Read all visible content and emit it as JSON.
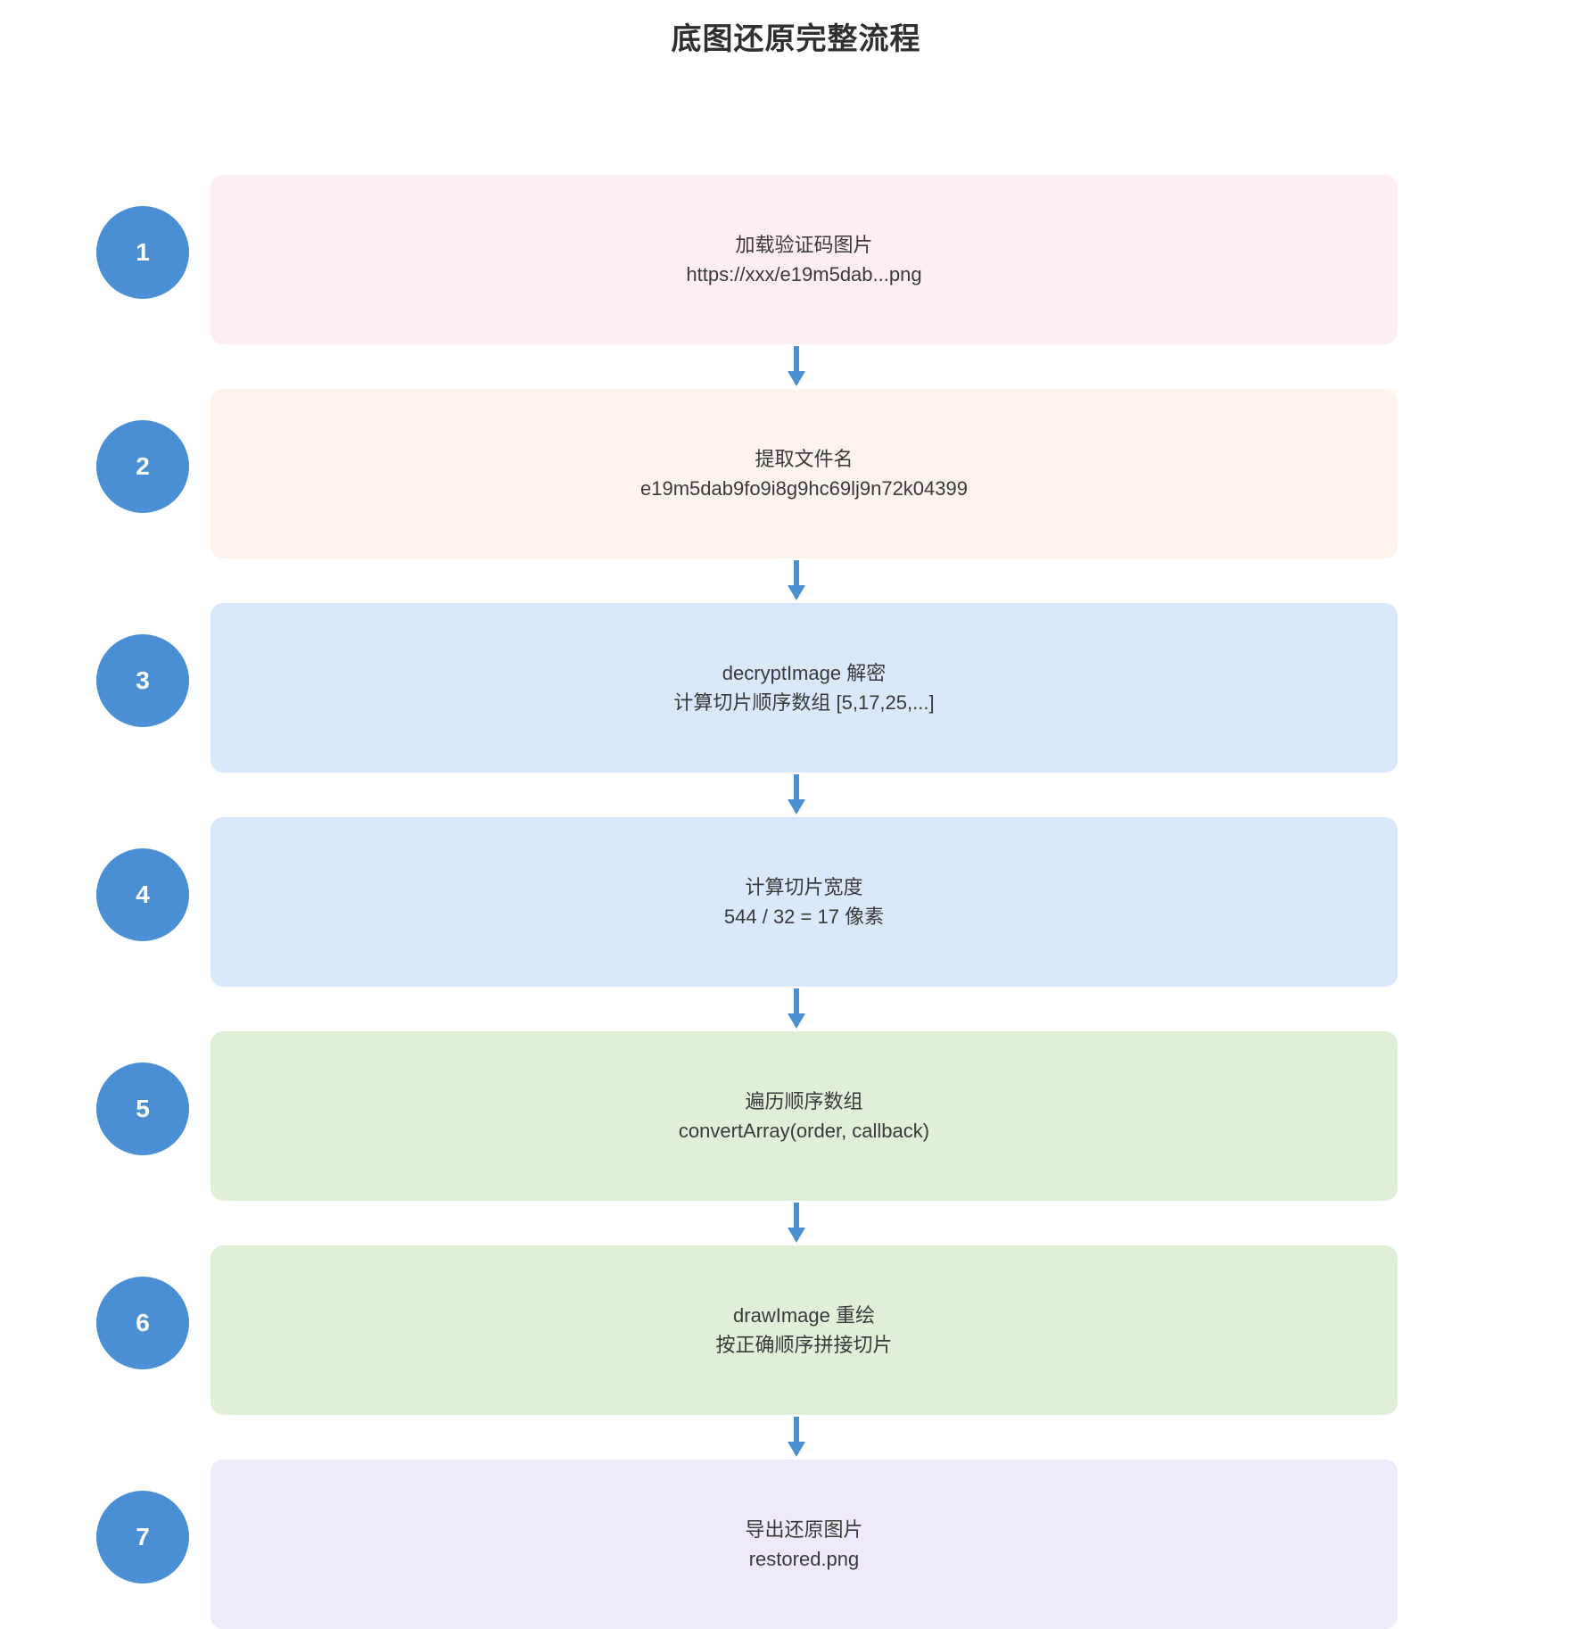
{
  "title": "底图还原完整流程",
  "colors": {
    "circle": "#4a8fd4",
    "circle_text": "#ffffff",
    "arrow": "#4a8fd4",
    "title_text": "#2f2f2f",
    "body_text": "#3a3a3a",
    "background": "#ffffff"
  },
  "arrow_icon": "arrow-down-icon",
  "steps": [
    {
      "number": "1",
      "line1": "加载验证码图片",
      "line2": "https://xxx/e19m5dab...png",
      "fill": "#fdeef1"
    },
    {
      "number": "2",
      "line1": "提取文件名",
      "line2": "e19m5dab9fo9i8g9hc69lj9n72k04399",
      "fill": "#fdf3ec"
    },
    {
      "number": "3",
      "line1": "decryptImage 解密",
      "line2": "计算切片顺序数组 [5,17,25,...]",
      "fill": "#d9e8fb"
    },
    {
      "number": "4",
      "line1": "计算切片宽度",
      "line2": "544 / 32 = 17 像素",
      "fill": "#d9e8fb"
    },
    {
      "number": "5",
      "line1": "遍历顺序数组",
      "line2": "convertArray(order, callback)",
      "fill": "#dfefd8"
    },
    {
      "number": "6",
      "line1": "drawImage 重绘",
      "line2": "按正确顺序拼接切片",
      "fill": "#dfefd8"
    },
    {
      "number": "7",
      "line1": "导出还原图片",
      "line2": "restored.png",
      "fill": "#f0e9fa"
    }
  ]
}
